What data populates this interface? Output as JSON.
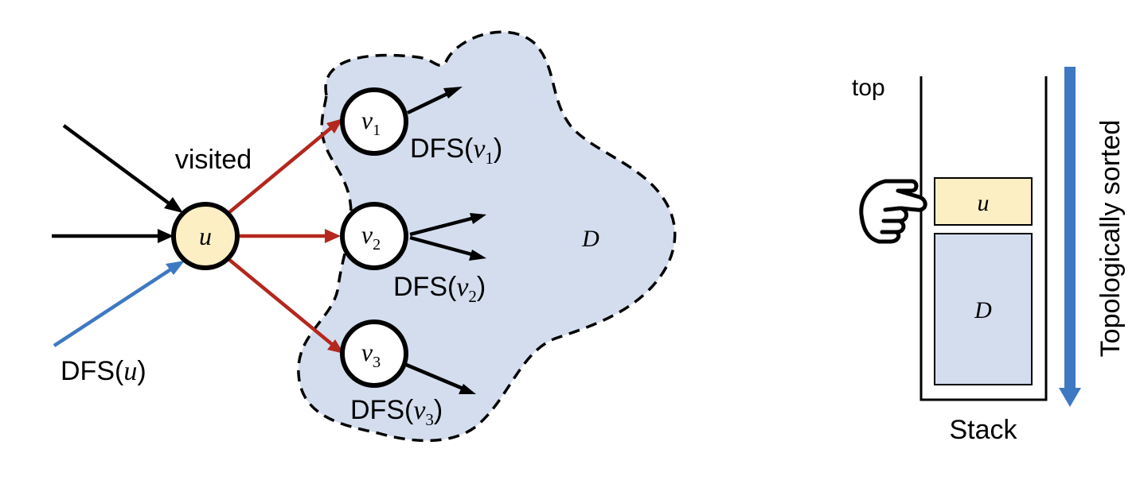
{
  "diagram": {
    "labels": {
      "visited": "visited",
      "dfs_u_prefix": "DFS(",
      "dfs_u_var": "u",
      "dfs_suffix": ")",
      "region": "D"
    },
    "nodes": {
      "u": {
        "var": "u"
      },
      "v1": {
        "var": "v",
        "sub": "1"
      },
      "v2": {
        "var": "v",
        "sub": "2"
      },
      "v3": {
        "var": "v",
        "sub": "3"
      }
    },
    "calls": {
      "v1": {
        "prefix": "DFS(",
        "var": "v",
        "sub": "1",
        "suffix": ")"
      },
      "v2": {
        "prefix": "DFS(",
        "var": "v",
        "sub": "2",
        "suffix": ")"
      },
      "v3": {
        "prefix": "DFS(",
        "var": "v",
        "sub": "3",
        "suffix": ")"
      }
    },
    "colors": {
      "black_edge": "#000000",
      "red_edge": "#b4271e",
      "blue_edge": "#3e78c2",
      "region_fill": "#d3ddee",
      "u_fill": "#fcefc4"
    }
  },
  "stack": {
    "top_label": "top",
    "u_label": "u",
    "d_label": "D",
    "caption": "Stack",
    "sorted_label": "Topologically sorted",
    "hand_icon": "pointing-hand-icon",
    "colors": {
      "u_fill": "#fcefc4",
      "d_fill": "#d3ddee",
      "arrow": "#3e78c2"
    }
  }
}
